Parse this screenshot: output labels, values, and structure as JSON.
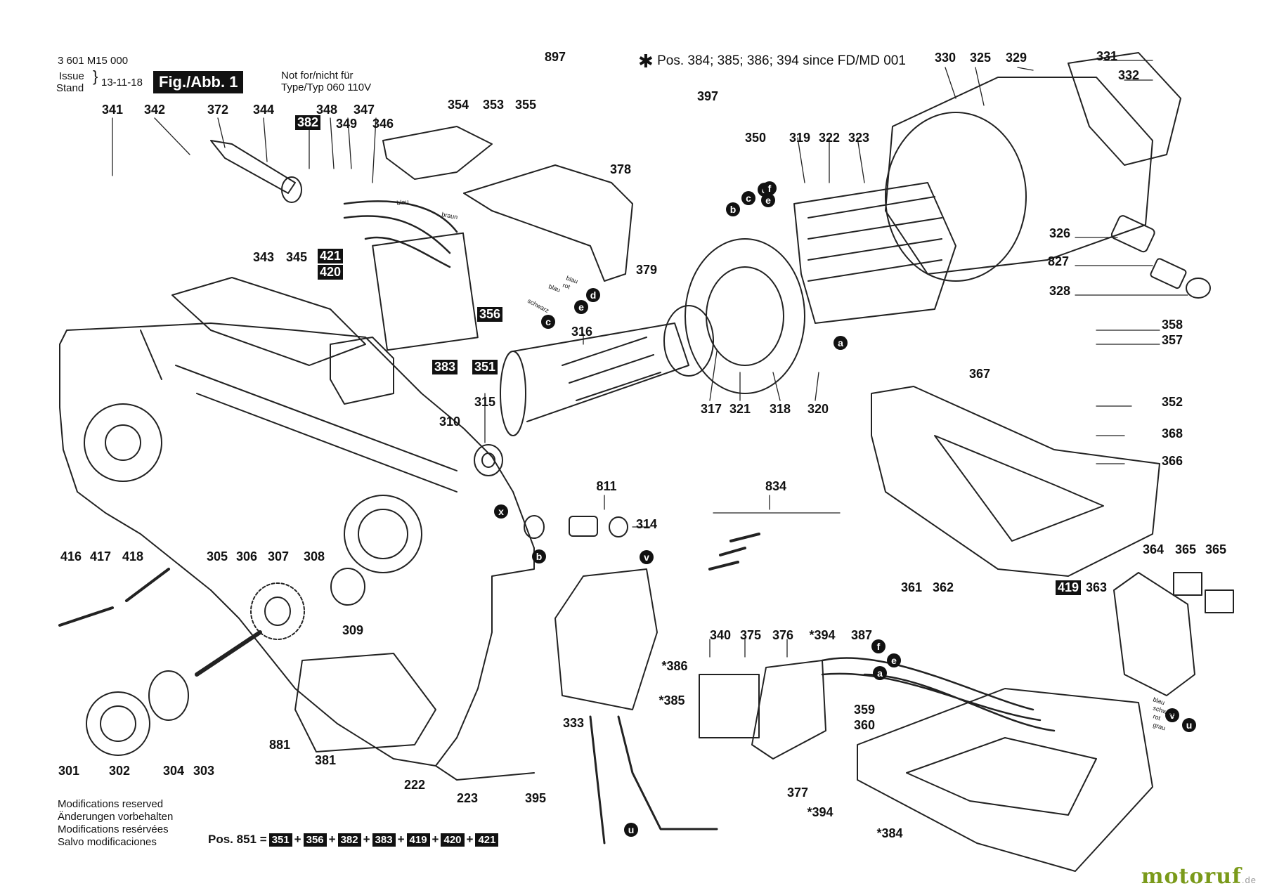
{
  "header": {
    "doc_number": "3 601 M15 000",
    "issue_label": "Issue",
    "stand_label": "Stand",
    "issue_date": "13-11-18",
    "figure_label": "Fig./Abb. 1",
    "not_for_line1": "Not for/nicht für",
    "not_for_line2": "Type/Typ 060 110V",
    "since_note": "Pos. 384; 385; 386; 394 since FD/MD 001"
  },
  "footer": {
    "modifications": [
      "Modifications reserved",
      "Änderungen vorbehalten",
      "Modifications resérvées",
      "Salvo modificaciones"
    ],
    "pos851_label": "Pos. 851 =",
    "pos851_parts": [
      "351",
      "356",
      "382",
      "383",
      "419",
      "420",
      "421"
    ],
    "brand": "motoruf",
    "brand_tld": ".de"
  },
  "part_labels": [
    {
      "t": "341"
    },
    {
      "t": "342"
    },
    {
      "t": "372"
    },
    {
      "t": "344"
    },
    {
      "t": "382",
      "boxed": true
    },
    {
      "t": "348"
    },
    {
      "t": "347"
    },
    {
      "t": "349"
    },
    {
      "t": "346"
    },
    {
      "t": "354"
    },
    {
      "t": "353"
    },
    {
      "t": "355"
    },
    {
      "t": "897"
    },
    {
      "t": "397"
    },
    {
      "t": "378"
    },
    {
      "t": "350"
    },
    {
      "t": "379"
    },
    {
      "t": "330"
    },
    {
      "t": "325"
    },
    {
      "t": "329"
    },
    {
      "t": "331"
    },
    {
      "t": "332"
    },
    {
      "t": "319"
    },
    {
      "t": "322"
    },
    {
      "t": "323"
    },
    {
      "t": "326"
    },
    {
      "t": "827"
    },
    {
      "t": "328"
    },
    {
      "t": "358"
    },
    {
      "t": "357"
    },
    {
      "t": "343"
    },
    {
      "t": "345"
    },
    {
      "t": "421",
      "boxed": true
    },
    {
      "t": "420",
      "boxed": true
    },
    {
      "t": "356",
      "boxed": true
    },
    {
      "t": "383",
      "boxed": true
    },
    {
      "t": "351",
      "boxed": true
    },
    {
      "t": "316"
    },
    {
      "t": "315"
    },
    {
      "t": "317"
    },
    {
      "t": "321"
    },
    {
      "t": "318"
    },
    {
      "t": "320"
    },
    {
      "t": "367"
    },
    {
      "t": "352"
    },
    {
      "t": "368"
    },
    {
      "t": "366"
    },
    {
      "t": "310"
    },
    {
      "t": "811"
    },
    {
      "t": "314"
    },
    {
      "t": "834"
    },
    {
      "t": "416"
    },
    {
      "t": "417"
    },
    {
      "t": "418"
    },
    {
      "t": "305"
    },
    {
      "t": "306"
    },
    {
      "t": "307"
    },
    {
      "t": "308"
    },
    {
      "t": "309"
    },
    {
      "t": "364"
    },
    {
      "t": "365"
    },
    {
      "t": "365"
    },
    {
      "t": "361"
    },
    {
      "t": "362"
    },
    {
      "t": "419",
      "boxed": true
    },
    {
      "t": "363"
    },
    {
      "t": "340"
    },
    {
      "t": "375"
    },
    {
      "t": "376"
    },
    {
      "t": "*394"
    },
    {
      "t": "387"
    },
    {
      "t": "*386"
    },
    {
      "t": "*385"
    },
    {
      "t": "333"
    },
    {
      "t": "359"
    },
    {
      "t": "360"
    },
    {
      "t": "301"
    },
    {
      "t": "302"
    },
    {
      "t": "304"
    },
    {
      "t": "303"
    },
    {
      "t": "881"
    },
    {
      "t": "381"
    },
    {
      "t": "222"
    },
    {
      "t": "223"
    },
    {
      "t": "395"
    },
    {
      "t": "377"
    },
    {
      "t": "*394"
    },
    {
      "t": "*384"
    }
  ],
  "connector_tags": [
    "a",
    "b",
    "c",
    "d",
    "e",
    "f",
    "u",
    "v",
    "x"
  ],
  "wire_labels": [
    "blau",
    "braun",
    "schwarz",
    "blau",
    "rot",
    "blau",
    "schwarz",
    "rot",
    "grau",
    "blau"
  ]
}
